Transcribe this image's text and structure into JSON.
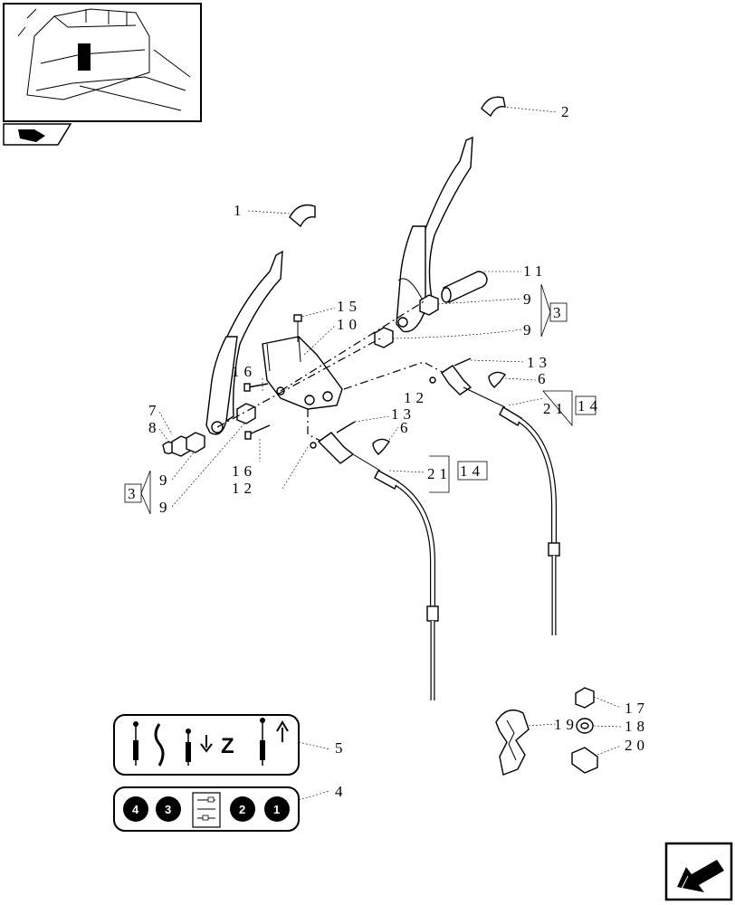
{
  "callouts": {
    "c1": "1",
    "c2": "2",
    "c3a": "3",
    "c3b": "3",
    "c4": "4",
    "c5": "5",
    "c6a": "6",
    "c6b": "6",
    "c7": "7",
    "c8": "8",
    "c9a": "9",
    "c9b": "9",
    "c9c": "9",
    "c9d": "9",
    "c10": "10",
    "c11": "11",
    "c12a": "12",
    "c12b": "12",
    "c13a": "13",
    "c13b": "13",
    "c14a": "14",
    "c14b": "14",
    "c15": "15",
    "c16a": "16",
    "c16b": "16",
    "c17": "17",
    "c18": "18",
    "c19": "19",
    "c20": "20",
    "c21a": "21",
    "c21b": "21"
  },
  "decal5": {
    "letter": "Z"
  },
  "decal4": {
    "n4": "4",
    "n3": "3",
    "n2": "2",
    "n1": "1"
  },
  "icons": {
    "thumbnail": "tractor-cab-interior-thumbnail",
    "book": "manual-book-icon",
    "nav": "next-page-arrow-icon"
  }
}
